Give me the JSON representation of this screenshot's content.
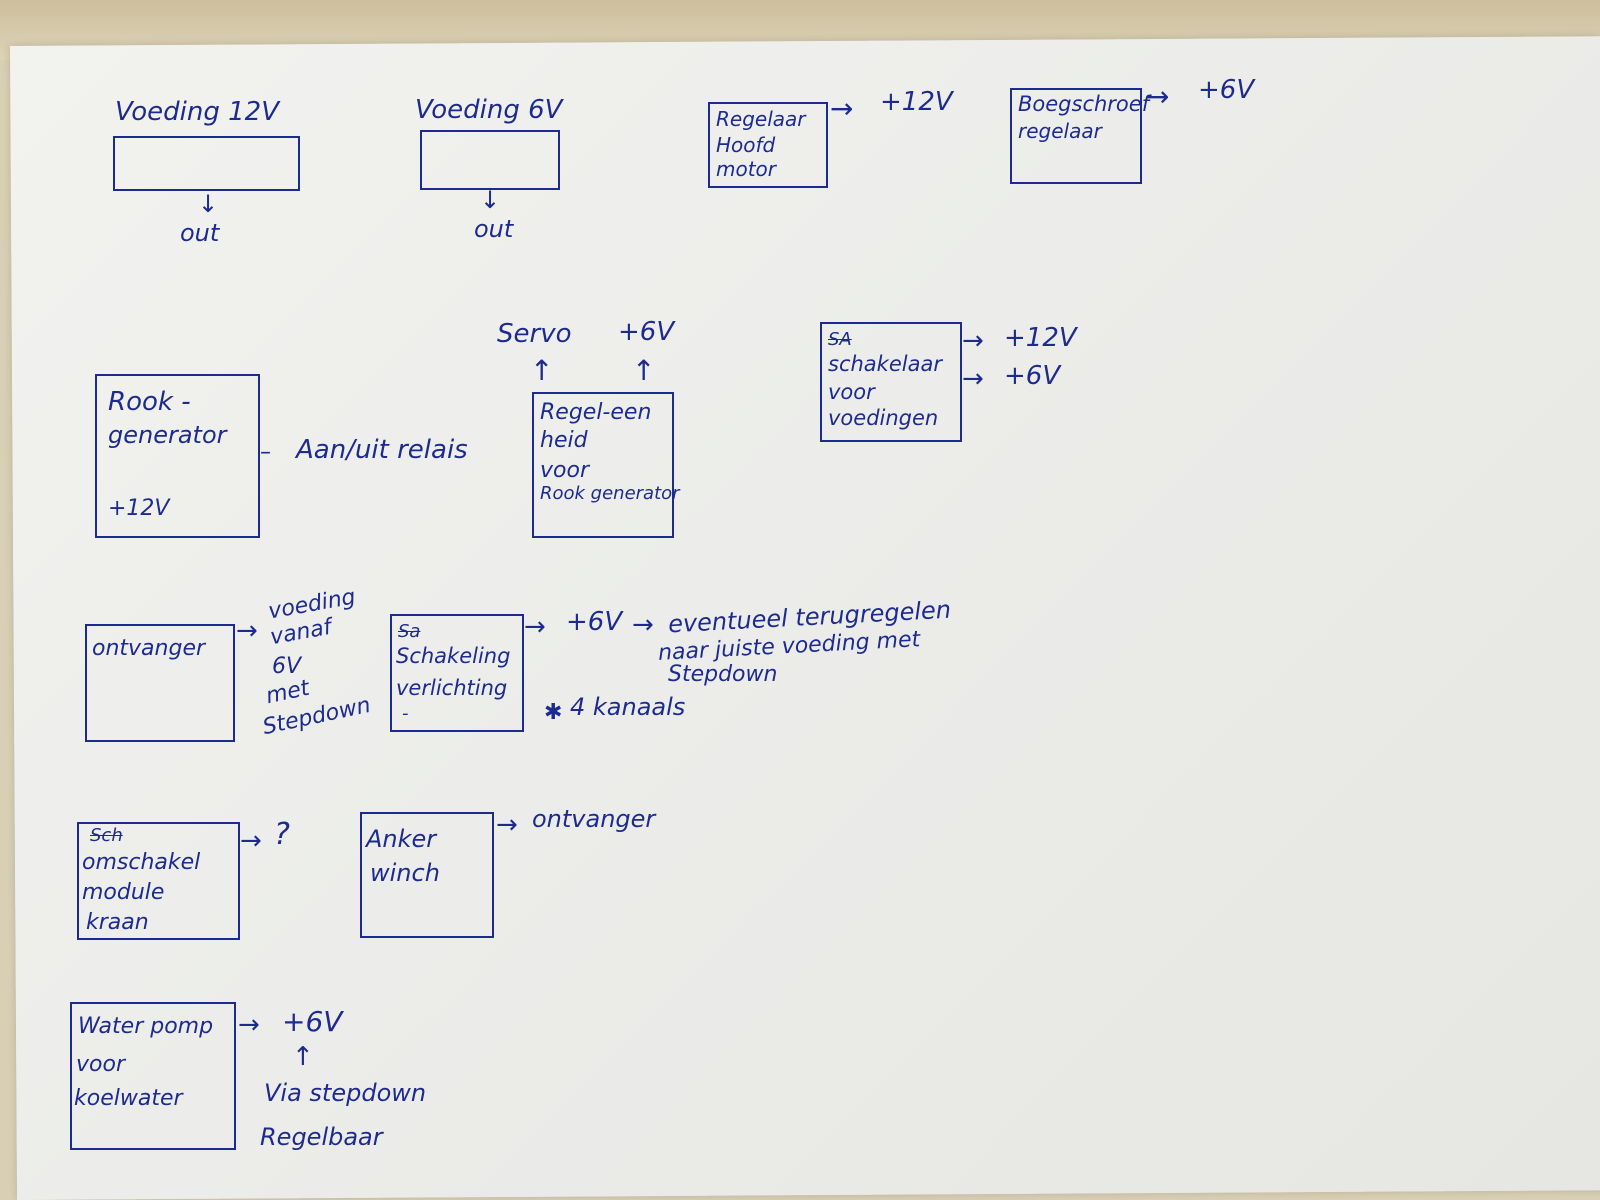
{
  "blocks": {
    "voeding12": {
      "title": "Voeding 12V",
      "out": "out"
    },
    "voeding6": {
      "title": "Voeding 6V",
      "out": "out"
    },
    "regelaar_hoofdmotor": {
      "line1": "Regelaar",
      "line2": "Hoofd",
      "line3": "motor",
      "arrow_label": "+12V"
    },
    "boegschroef": {
      "line1": "Boegschroef",
      "line2": "regelaar",
      "arrow_label": "+6V"
    },
    "rookgenerator": {
      "line1": "Rook -",
      "line2": "generator",
      "line3": "+12V",
      "side_label": "Aan/uit relais"
    },
    "regeleenheid": {
      "line1": "Regel-een",
      "line2": "heid",
      "line3": "voor",
      "line4": "Rook generator",
      "top_left": "Servo",
      "top_right": "+6V"
    },
    "schakelaar": {
      "struck": "SA",
      "line1": "schakelaar",
      "line2": "voor",
      "line3": "voedingen",
      "out1": "+12V",
      "out2": "+6V"
    },
    "ontvanger": {
      "line1": "ontvanger",
      "note1": "voeding",
      "note2": "vanaf",
      "note3": "6V",
      "note4": "met",
      "note5": "Stepdown"
    },
    "schakeling": {
      "struck": "Sa",
      "line1": "Schakeling",
      "line2": "verlichting",
      "line3": "-",
      "arrow_label": "+6V",
      "note1": "eventueel terugregelen",
      "note2": "naar juiste voeding met",
      "note3": "Stepdown",
      "note4": "4 kanaals"
    },
    "omschakel": {
      "struck": "Sch",
      "line1": "omschakel",
      "line2": "module",
      "line3": "kraan",
      "arrow_label": "?"
    },
    "anker": {
      "line1": "Anker",
      "line2": "winch",
      "arrow_label": "ontvanger"
    },
    "waterpomp": {
      "line1": "Water pomp",
      "line2": "voor",
      "line3": "koelwater",
      "arrow_label": "+6V",
      "note1": "Via stepdown",
      "note2": "Regelbaar"
    }
  }
}
